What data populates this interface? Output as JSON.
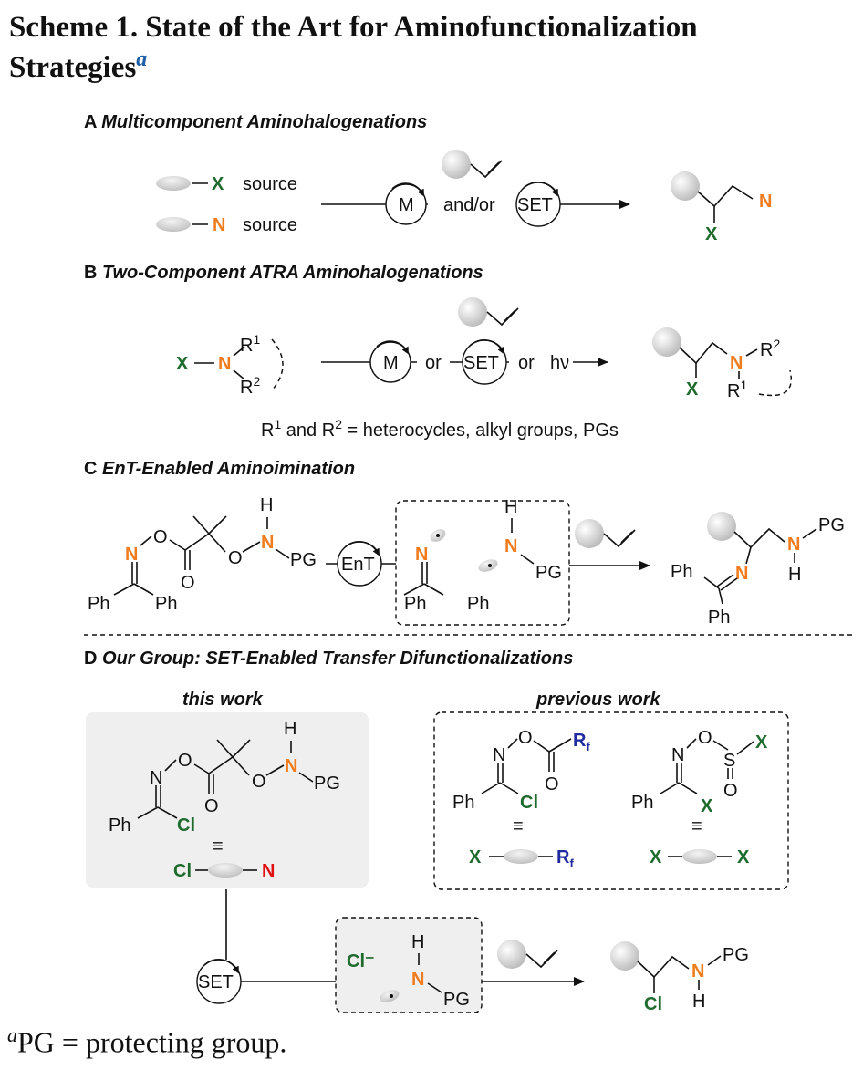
{
  "caption": {
    "title_line1": "Scheme 1. State of the Art for Aminofunctionalization",
    "title_line2": "Strategies",
    "mark": "a"
  },
  "footnote": {
    "mark": "a",
    "text": "PG = protecting group."
  },
  "sectionA": {
    "letter": "A",
    "title": "Multicomponent Aminohalogenations",
    "x": "X",
    "n": "N",
    "source1": "source",
    "source2": "source",
    "m": "M",
    "andor": "and/or",
    "set": "SET"
  },
  "sectionB": {
    "letter": "B",
    "title": "Two-Component ATRA Aminohalogenations",
    "x": "X",
    "n": "N",
    "r": "R",
    "one": "1",
    "two": "2",
    "m": "M",
    "or1": "or",
    "set": "SET",
    "or2": "or",
    "hv": "hν",
    "note_r": "R",
    "note_and": " and R",
    "note_rest": " = heterocycles, alkyl groups, PGs"
  },
  "sectionC": {
    "letter": "C",
    "title": "EnT-Enabled Aminoimination",
    "n": "N",
    "o": "O",
    "h": "H",
    "pg": "PG",
    "ph": "Ph",
    "ent": "EnT"
  },
  "sectionD": {
    "letter": "D",
    "title": "Our Group: SET-Enabled Transfer Difunctionalizations",
    "this_work": "this work",
    "previous_work": "previous work",
    "n": "N",
    "o": "O",
    "s": "S",
    "h": "H",
    "pg": "PG",
    "ph": "Ph",
    "cl": "Cl",
    "x": "X",
    "rf": "R",
    "f": "f",
    "equiv": "≡",
    "set": "SET",
    "clminus": "Cl⁻"
  },
  "colors": {
    "green": "#1e6b2d",
    "orange": "#f07c1e",
    "red": "#e01010",
    "blue": "#1f2aa0",
    "caption_blue": "#1f5fa8"
  }
}
